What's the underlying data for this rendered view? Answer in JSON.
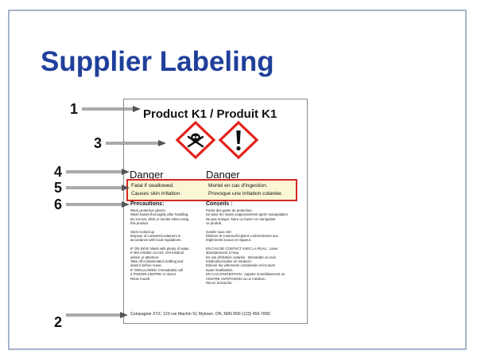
{
  "slide": {
    "title": "Supplier Labeling"
  },
  "label": {
    "product_name": "Product K1 / Produit K1",
    "signal_word_en": "Danger",
    "signal_word_fr": "Danger",
    "hazard_en": [
      "Fatal if swallowed.",
      "Causes skin irritation."
    ],
    "hazard_fr": [
      "Mortel en cas d'ingestion.",
      "Provoque une irritation cutanée."
    ],
    "precautions_title_en": "Precautions:",
    "precautions_title_fr": "Conseils :",
    "precautions_en": [
      "Wear protective gloves.",
      "Wash hands thoroughly after handling.",
      "Do not eat, drink or smoke when using",
      "this product.",
      "",
      "Store locked up.",
      "Dispose of contents/containers in",
      "accordance with local regulations.",
      "",
      "IF ON SKIN: Wash with plenty of water.",
      "If skin irritation occurs: Get medical",
      "advice or attention.",
      "Take off contaminated clothing and",
      "wash it before reuse.",
      "IF SWALLOWED: Immediately call",
      "a POISON CENTRE or doctor.",
      "Rinse mouth."
    ],
    "precautions_fr": [
      "Porter des gants de protection.",
      "Se laver les mains soigneusement après manipulation.",
      "Ne pas manger, boire ou fumer en manipulant",
      "ce produit.",
      "",
      "Garder sous clef.",
      "Éliminer le contenu/récipient conformément aux",
      "règlements locaux en vigueur.",
      "",
      "EN CAS DE CONTACT AVEC LA PEAU : Laver",
      "abondamment à l'eau.",
      "En cas d'irritation cutanée : Demander un avis",
      "médical/consulter un médecin.",
      "Enlever les vêtements contaminés et les laver",
      "avant réutilisation.",
      "EN CAS D'INGESTION : Appeler immédiatement un",
      "CENTRE ANTIPOISON ou un médecin.",
      "Rincer la bouche."
    ],
    "supplier_line": "Compagnie XYZ, 123 rue Machin St, Mytown, ON, N0N 0N0 (123) 456-7890",
    "pictograms": [
      "skull-and-crossbones-icon",
      "exclamation-mark-icon"
    ]
  },
  "callouts": {
    "c1": "1",
    "c2": "2",
    "c3": "3",
    "c4": "4",
    "c5": "5",
    "c6": "6"
  },
  "colors": {
    "title": "#1f3f9a",
    "hazard_border": "#d42a26",
    "hazard_fill": "#fbf7d6",
    "pictogram_border": "#e2231a"
  }
}
